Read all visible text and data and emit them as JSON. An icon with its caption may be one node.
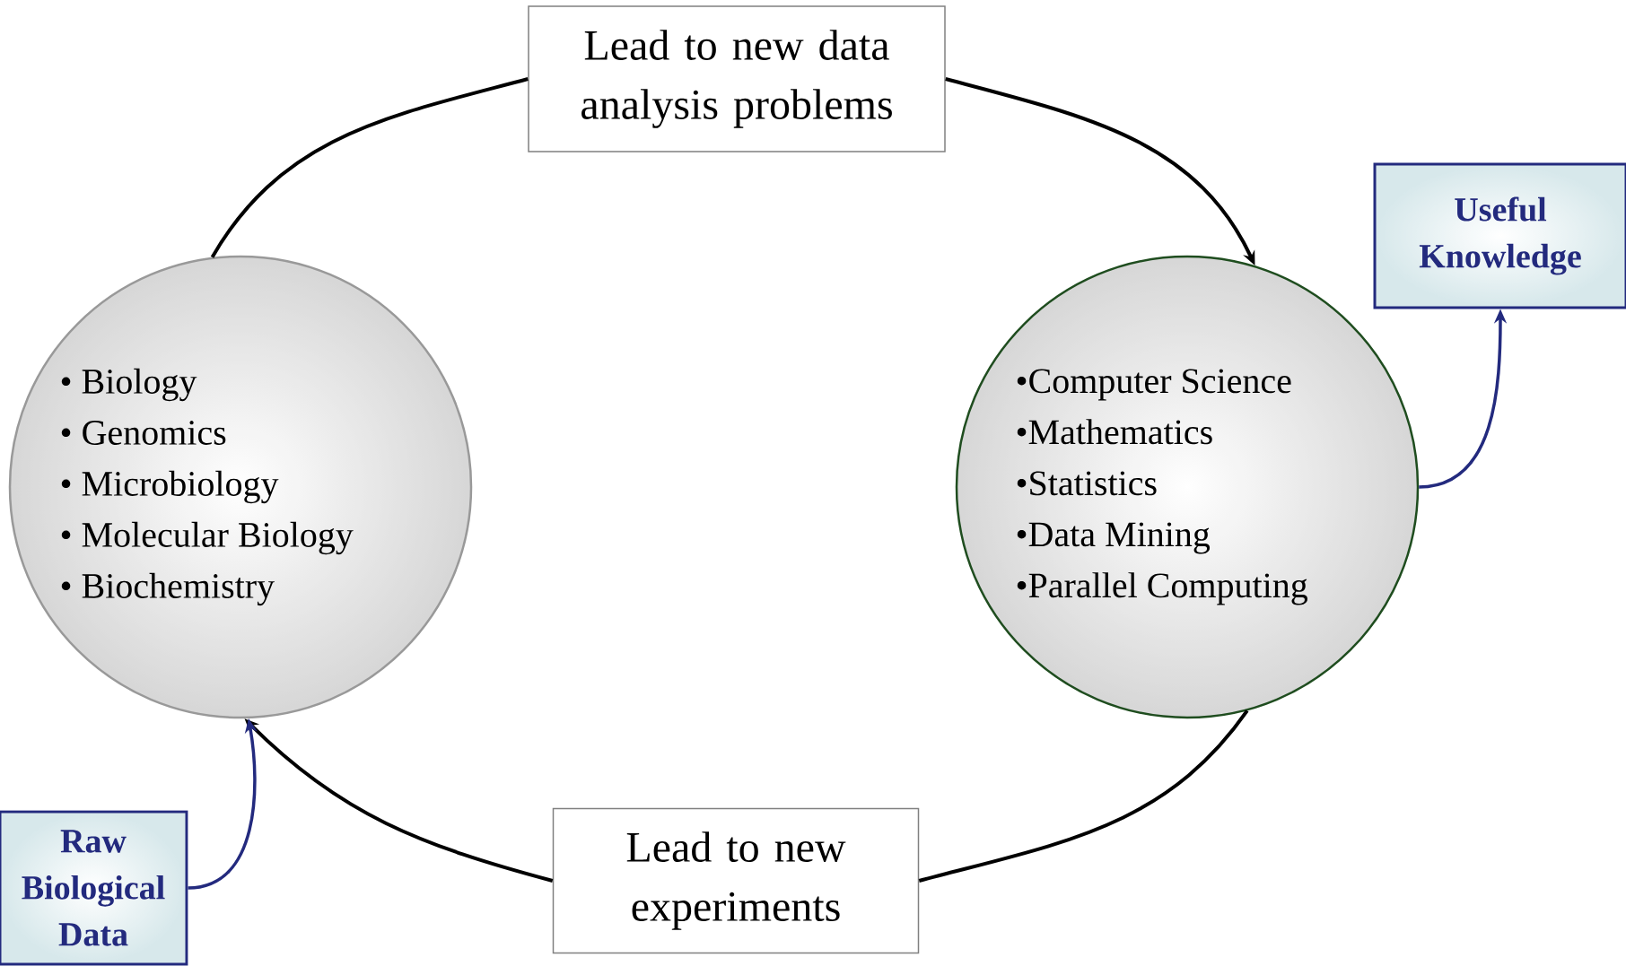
{
  "diagram": {
    "nodes": [
      {
        "text": [
          "Lead to new data analysis problems"
        ]
      },
      {
        "text": [
          "• Biology",
          "• Genomics",
          "• Microbiology",
          "• Molecular Biology",
          "• Biochemistry"
        ]
      },
      {
        "text": [
          "•Computer Science",
          "•Mathematics",
          "•Statistics",
          "•Data Mining",
          "•Parallel Computing"
        ]
      },
      {
        "text": [
          "Useful Knowledge"
        ]
      },
      {
        "text": [
          "Lead to new experiments"
        ]
      },
      {
        "text": [
          "Raw Biological Data"
        ]
      }
    ],
    "edges": [
      {
        "from": 1,
        "to": 0,
        "arrow": "none"
      },
      {
        "from": 0,
        "to": 2,
        "arrow": "to"
      },
      {
        "from": 2,
        "to": 4,
        "arrow": "none"
      },
      {
        "from": 4,
        "to": 1,
        "arrow": "to"
      },
      {
        "from": 5,
        "to": 1,
        "arrow": "to",
        "color": "#232a7e"
      },
      {
        "from": 2,
        "to": 3,
        "arrow": "to",
        "color": "#232a7e"
      }
    ]
  }
}
